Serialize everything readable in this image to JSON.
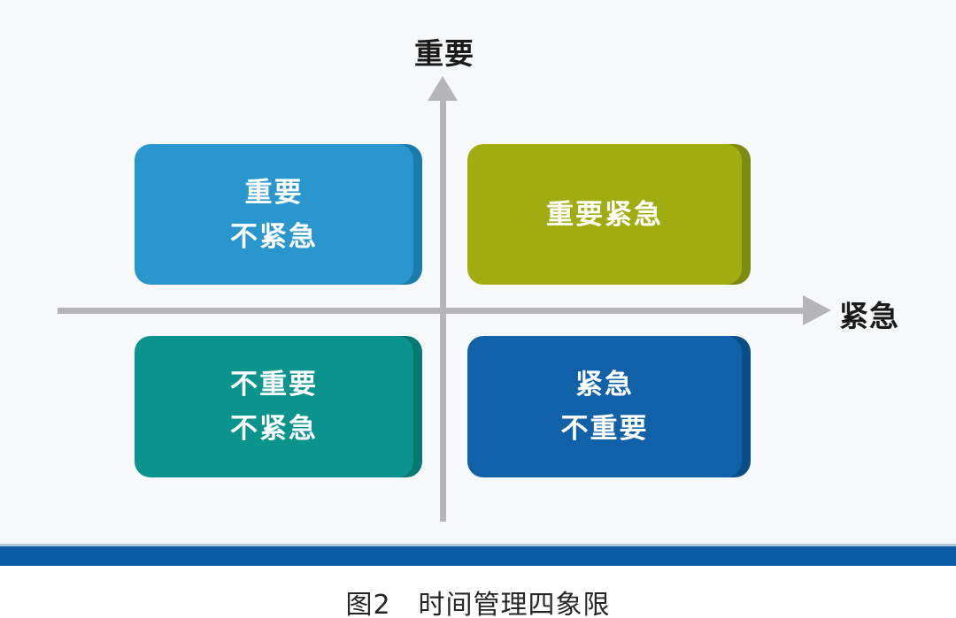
{
  "diagram": {
    "caption": "图2　时间管理四象限",
    "axes": {
      "y_label": "重要",
      "x_label": "紧急",
      "color": "#b5b5b8"
    },
    "quadrants": [
      {
        "position": "top-left",
        "lines": [
          "重要",
          "不紧急"
        ],
        "face_color": "#2997ce",
        "edge_color": "#1a7cad"
      },
      {
        "position": "top-right",
        "lines": [
          "重要紧急"
        ],
        "face_color": "#a1ac10",
        "edge_color": "#7e8a10"
      },
      {
        "position": "bottom-left",
        "lines": [
          "不重要",
          "不紧急"
        ],
        "face_color": "#0b948c",
        "edge_color": "#077970"
      },
      {
        "position": "bottom-right",
        "lines": [
          "紧急",
          "不重要"
        ],
        "face_color": "#1161a9",
        "edge_color": "#0b4d87"
      }
    ],
    "footer": {
      "bar_color": "#0b5ca4"
    }
  }
}
